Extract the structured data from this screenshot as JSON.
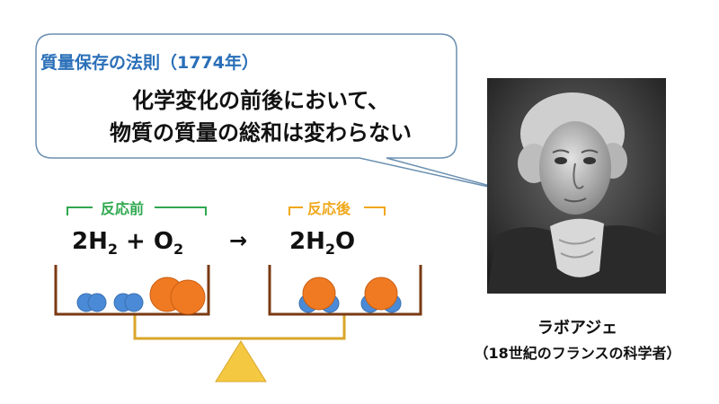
{
  "bubble": {
    "title": "質量保存の法則（1774年）",
    "line1": "化学変化の前後において、",
    "line2": "物質の質量の総和は変わらない"
  },
  "reaction": {
    "before_label": "反応前",
    "after_label": "反応後",
    "before_formula": {
      "a": "2H",
      "a_sub": "2",
      "plus": " + O",
      "b_sub": "2"
    },
    "arrow": "→",
    "after_formula": {
      "a": "2H",
      "a_sub": "2",
      "b": "O"
    }
  },
  "person": {
    "name": "ラボアジェ",
    "description": "（18世紀のフランスの科学者）"
  },
  "colors": {
    "bubble_border": "#6a8fb0",
    "bubble_fill": "#ffffff",
    "title": "#2a6fb8",
    "before_bracket": "#2fa84f",
    "after_bracket": "#f0a81c",
    "pan": "#7a3a12",
    "beam": "#d9a62a",
    "fulcrum": "#f5c842",
    "hydrogen": "#4a8ad6",
    "oxygen": "#f07a22"
  },
  "icons": [
    "speech-bubble",
    "balance-scale",
    "portrait-illustration"
  ]
}
